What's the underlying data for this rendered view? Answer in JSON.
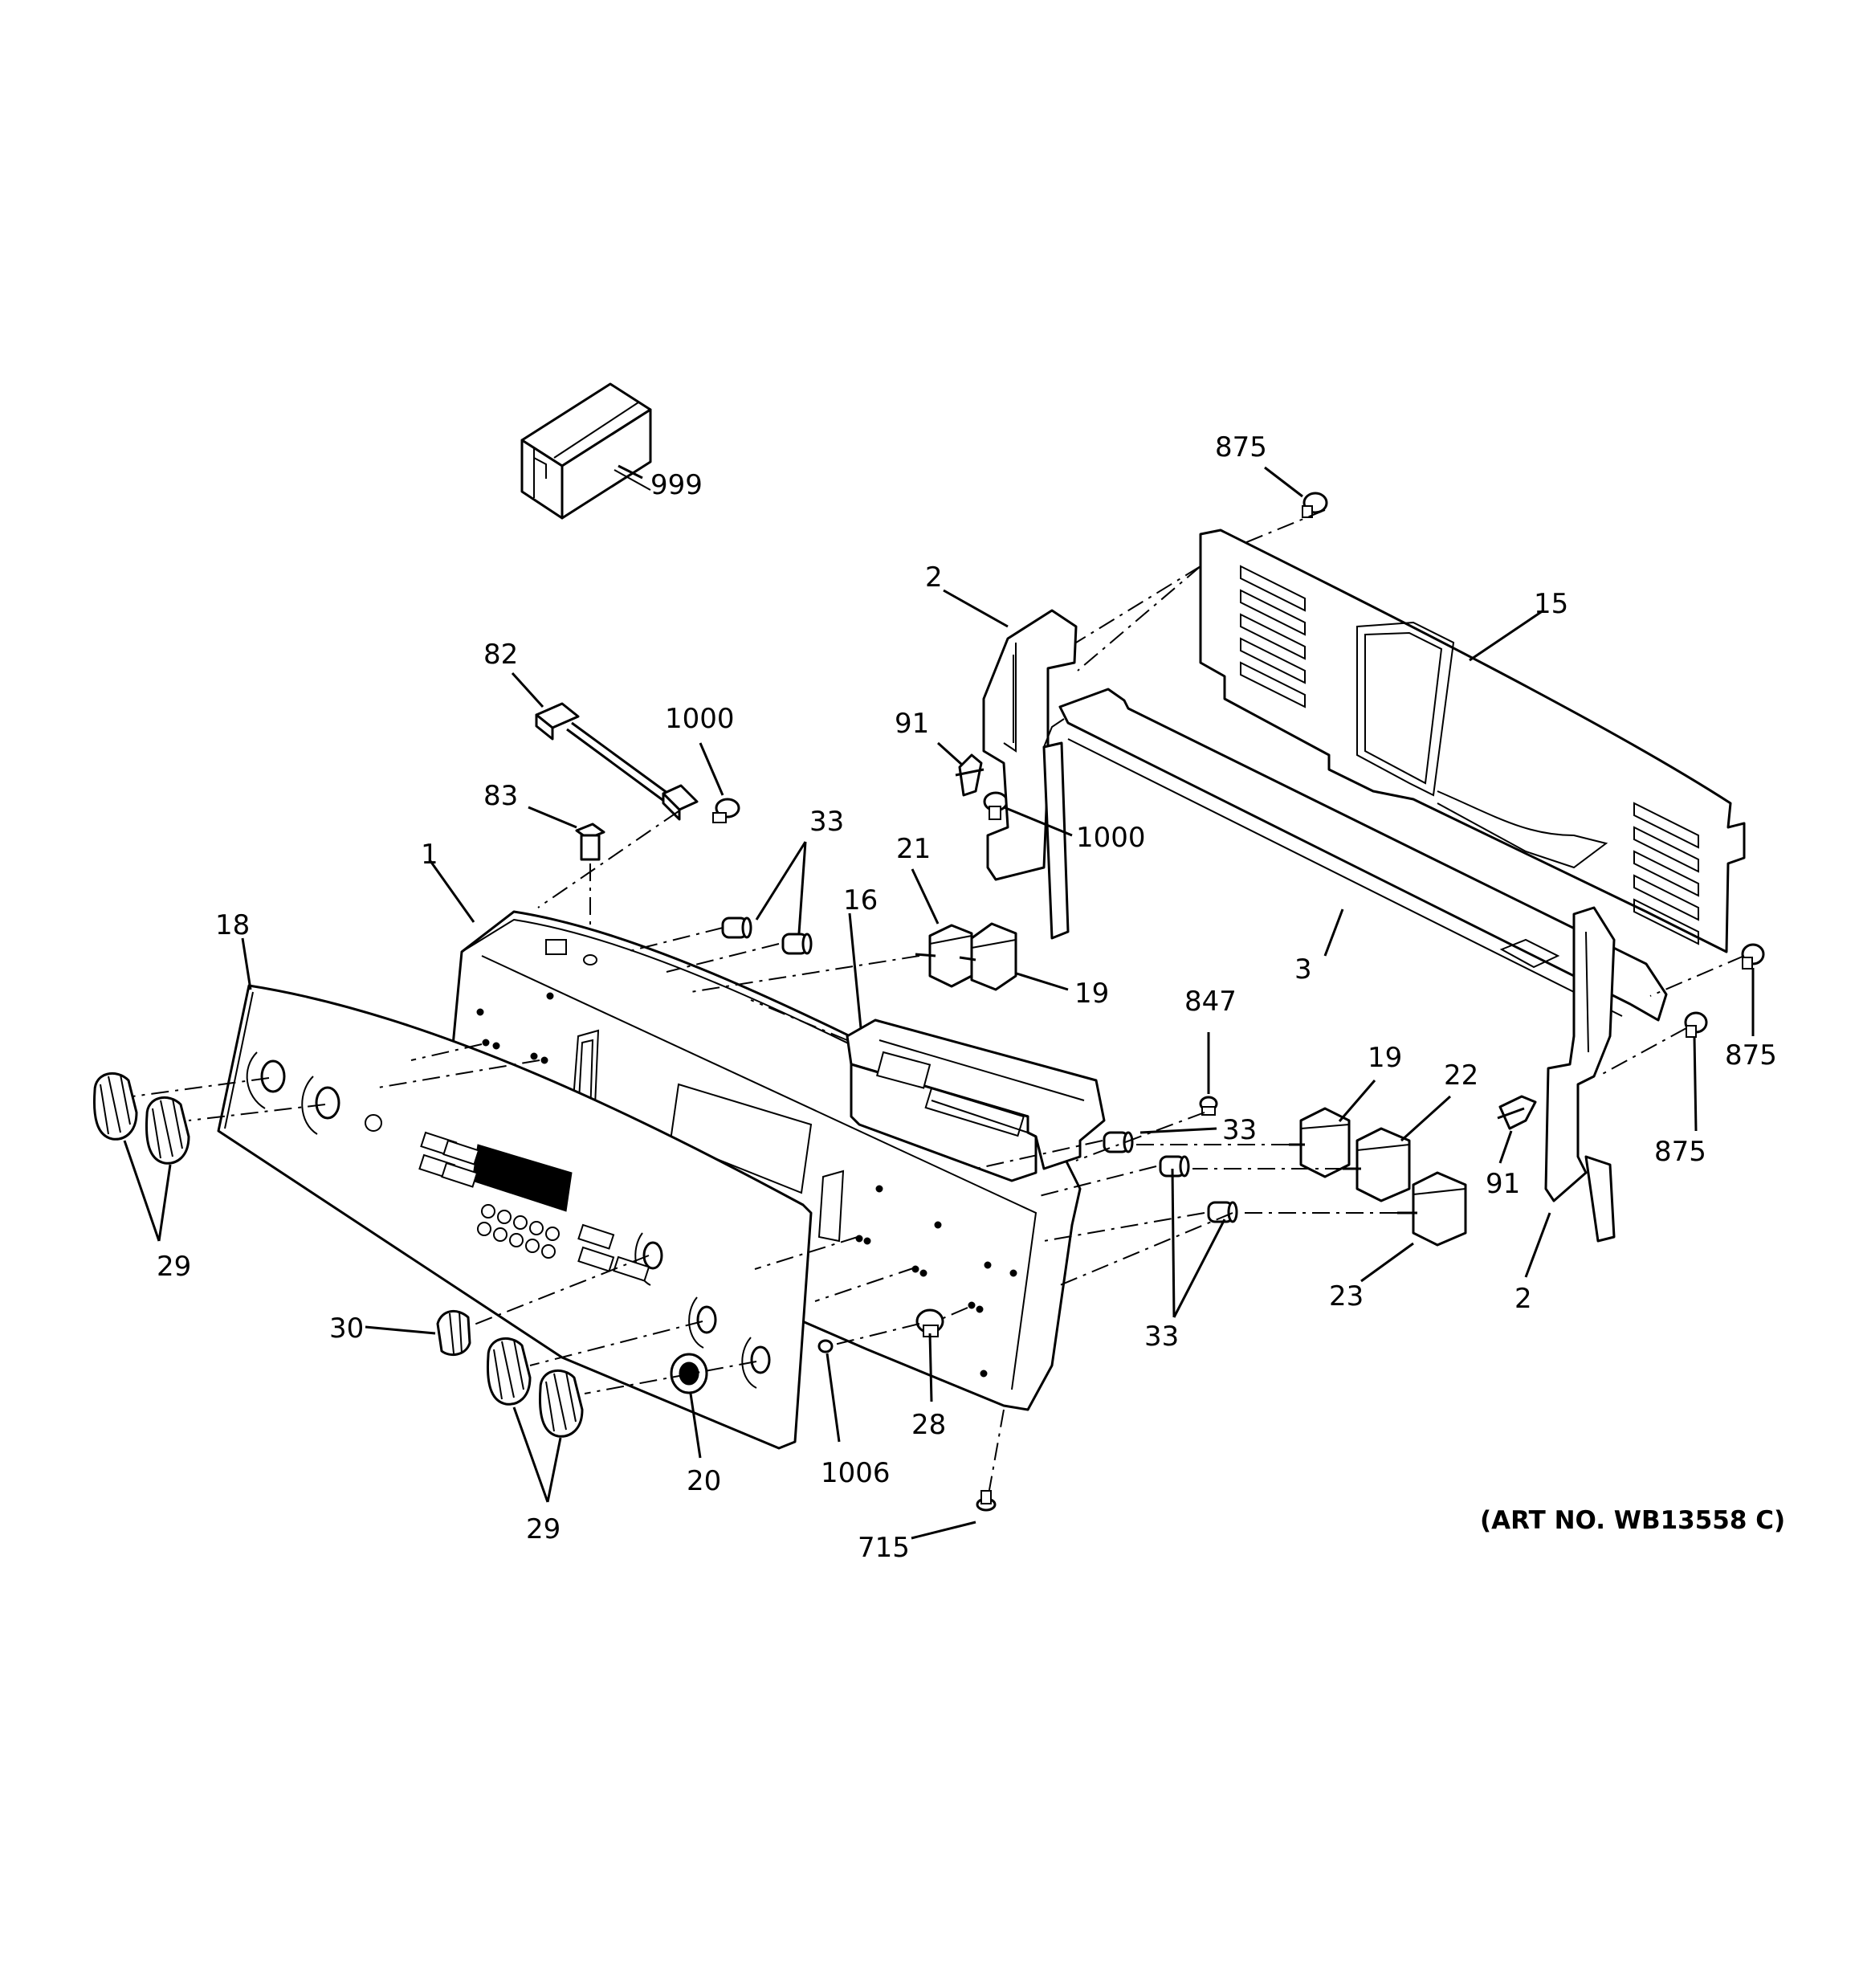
{
  "art_number": "(ART NO. WB13558 C)",
  "callouts": [
    {
      "id": "c-999",
      "label": "999"
    },
    {
      "id": "c-875-top",
      "label": "875"
    },
    {
      "id": "c-15",
      "label": "15"
    },
    {
      "id": "c-2-top",
      "label": "2"
    },
    {
      "id": "c-82",
      "label": "82"
    },
    {
      "id": "c-1000-left",
      "label": "1000"
    },
    {
      "id": "c-91-top",
      "label": "91"
    },
    {
      "id": "c-83",
      "label": "83"
    },
    {
      "id": "c-33-top",
      "label": "33"
    },
    {
      "id": "c-1000-right",
      "label": "1000"
    },
    {
      "id": "c-1",
      "label": "1"
    },
    {
      "id": "c-21",
      "label": "21"
    },
    {
      "id": "c-18",
      "label": "18"
    },
    {
      "id": "c-16",
      "label": "16"
    },
    {
      "id": "c-3",
      "label": "3"
    },
    {
      "id": "c-19-top",
      "label": "19"
    },
    {
      "id": "c-847",
      "label": "847"
    },
    {
      "id": "c-875-right",
      "label": "875"
    },
    {
      "id": "c-19-right",
      "label": "19"
    },
    {
      "id": "c-22",
      "label": "22"
    },
    {
      "id": "c-33-mid",
      "label": "33"
    },
    {
      "id": "c-875-lower",
      "label": "875"
    },
    {
      "id": "c-91-right",
      "label": "91"
    },
    {
      "id": "c-29-left",
      "label": "29"
    },
    {
      "id": "c-23",
      "label": "23"
    },
    {
      "id": "c-2-bottom",
      "label": "2"
    },
    {
      "id": "c-30",
      "label": "30"
    },
    {
      "id": "c-33-bottom",
      "label": "33"
    },
    {
      "id": "c-28",
      "label": "28"
    },
    {
      "id": "c-20",
      "label": "20"
    },
    {
      "id": "c-1006",
      "label": "1006"
    },
    {
      "id": "c-29-bottom",
      "label": "29"
    },
    {
      "id": "c-715",
      "label": "715"
    }
  ]
}
